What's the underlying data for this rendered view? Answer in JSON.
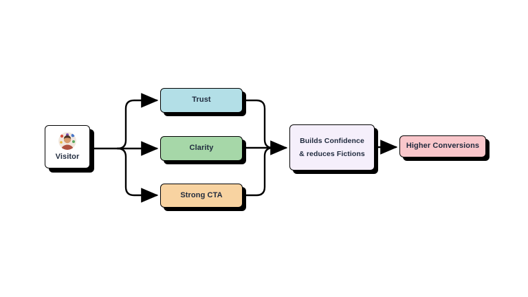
{
  "diagram": {
    "title": "visitor conversion flowchart",
    "background_color": "#ffffff",
    "stroke_color": "#000000",
    "text_color": "#1f2a3d",
    "nodes": {
      "visitor": {
        "label": "Visitor",
        "color": "#ffffff",
        "icon": "person-avatar-icon"
      },
      "trust": {
        "label": "Trust",
        "color": "#b3dfe7"
      },
      "clarity": {
        "label": "Clarity",
        "color": "#a6d7a8"
      },
      "strong_cta": {
        "label": "Strong CTA",
        "color": "#f8d3a1"
      },
      "confidence": {
        "label_line1": "Builds Confidence",
        "label_line2": "& reduces Fictions",
        "color": "#f5effb"
      },
      "conversions": {
        "label": "Higher Conversions",
        "color": "#f9c7cb"
      }
    },
    "edges": [
      "visitor -> trust",
      "visitor -> clarity",
      "visitor -> strong_cta",
      "trust -> confidence",
      "clarity -> confidence",
      "strong_cta -> confidence",
      "confidence -> conversions"
    ]
  }
}
